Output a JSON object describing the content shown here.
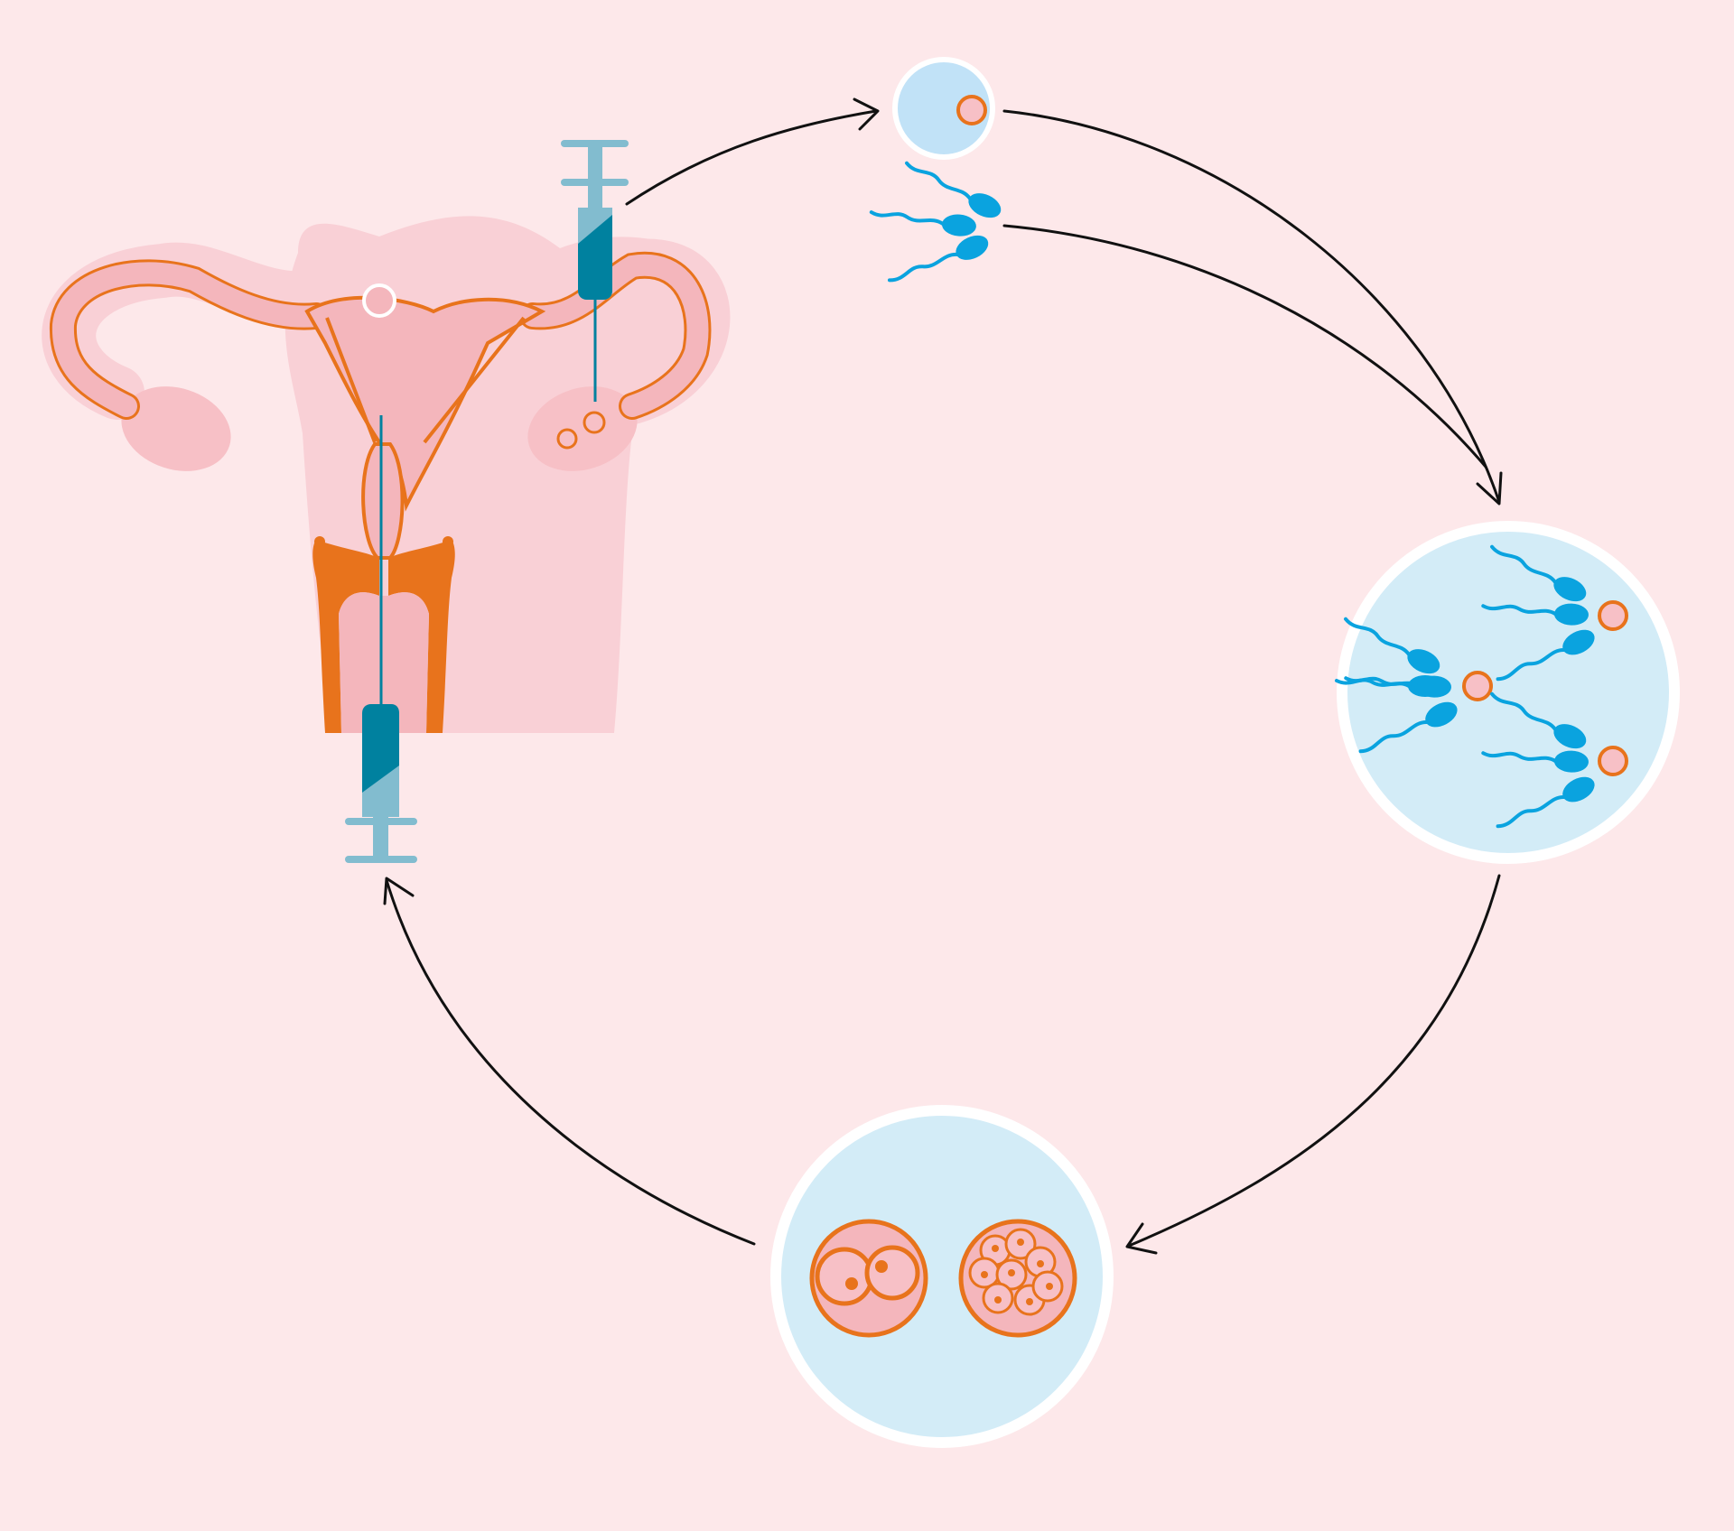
{
  "diagram": {
    "type": "cycle",
    "text_labels": [],
    "stages": [
      {
        "id": "anatomy",
        "icon": "uterus-with-syringes-icon"
      },
      {
        "id": "gametes",
        "icon": "egg-and-sperm-icon"
      },
      {
        "id": "fertilization",
        "icon": "sperm-meeting-eggs-icon"
      },
      {
        "id": "embryo",
        "icon": "dividing-embryo-icon"
      }
    ],
    "arrows": [
      {
        "from": "anatomy",
        "to": "gametes"
      },
      {
        "from": "gametes",
        "to": "fertilization"
      },
      {
        "from": "fertilization",
        "to": "embryo"
      },
      {
        "from": "embryo",
        "to": "anatomy"
      }
    ]
  },
  "colors": {
    "background": "#fde8ea",
    "tissue_light": "#f9d0d6",
    "tissue_mid": "#f4b6bc",
    "outline_orange": "#e8731c",
    "syringe_light": "#82bccf",
    "syringe_dark": "#00819f",
    "bubble_fill": "#d3ecf7",
    "egg_fill": "#c1e2f7",
    "sperm_blue": "#0aa3df",
    "arrow": "#111111"
  }
}
